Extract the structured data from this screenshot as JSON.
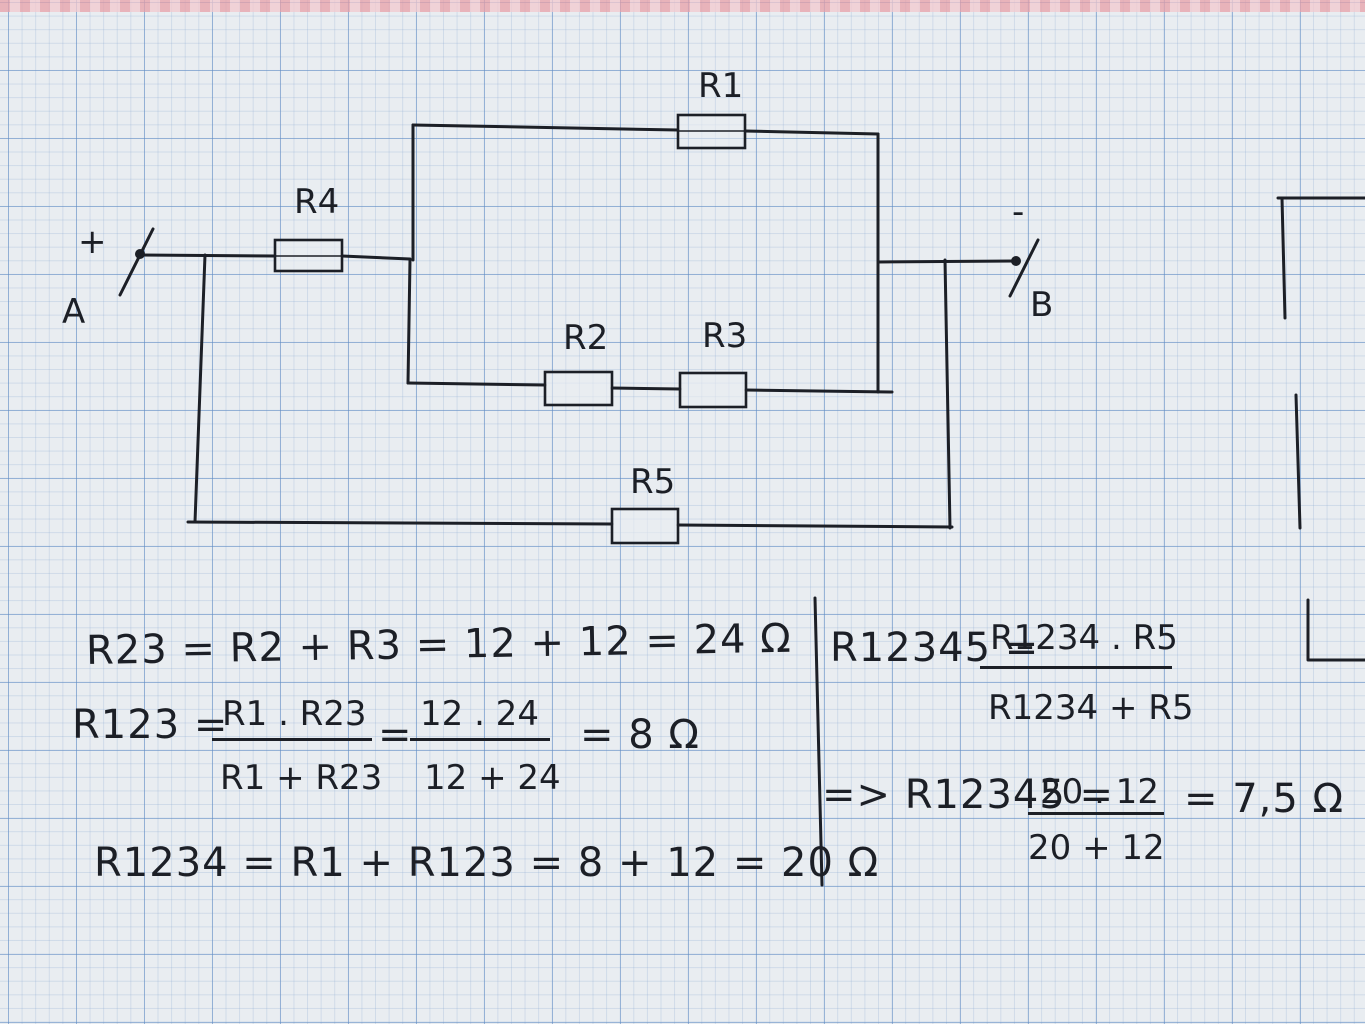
{
  "diagram": {
    "labels": {
      "R1": "R1",
      "R2": "R2",
      "R3": "R3",
      "R4": "R4",
      "R5": "R5",
      "plus": "+",
      "minus": "-",
      "A": "A",
      "B": "B"
    }
  },
  "calc": {
    "line1": "R23 = R2 + R3 = 12 + 12 = 24 Ω",
    "r123_lhs": "R123 =",
    "r123_num1": "R1 . R23",
    "r123_den1": "R1 + R23",
    "r123_num2": "12 . 24",
    "r123_den2": "12 + 24",
    "r123_eq": "=",
    "r123_result": "= 8 Ω",
    "line3": "R1234 = R1 + R123 = 8 + 12 = 20 Ω",
    "r12345_lhs": "R12345 =",
    "r12345_num1": "R1234 . R5",
    "r12345_den1": "R1234 + R5",
    "r12345b_lhs": "=> R12345 =",
    "r12345b_num": "20 . 12",
    "r12345b_den": "20 + 12",
    "r12345b_result": "= 7,5 Ω"
  }
}
